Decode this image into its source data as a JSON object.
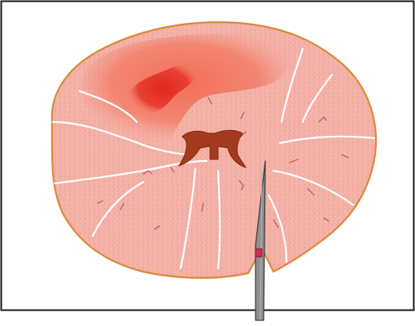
{
  "diagram": {
    "colors": {
      "background": "#ffffff",
      "frame_border": "#1a1a1a",
      "tissue_fill": "#f4b1a6",
      "tissue_outline": "#d98a3a",
      "septum_line": "#ffffff",
      "lesion_diffuse": "#f07f6c",
      "lesion_core": "#e3342b",
      "central_canal": "#a33a1e",
      "needle_body": "#8a8a8a",
      "needle_outline": "#3a3a3a",
      "needle_tip_mark": "#d12b4f",
      "vessel_marks": "#b84a5c"
    },
    "elements": [
      {
        "id": "cross-section",
        "kind": "tissue-cross-section"
      },
      {
        "id": "lesion",
        "kind": "red-diffuse-region"
      },
      {
        "id": "central-canal",
        "kind": "dark-red-h-shaped-structure"
      },
      {
        "id": "needle",
        "kind": "grey-needle-inserted-from-bottom"
      },
      {
        "id": "needle-mark",
        "kind": "red-band-on-needle"
      }
    ]
  }
}
